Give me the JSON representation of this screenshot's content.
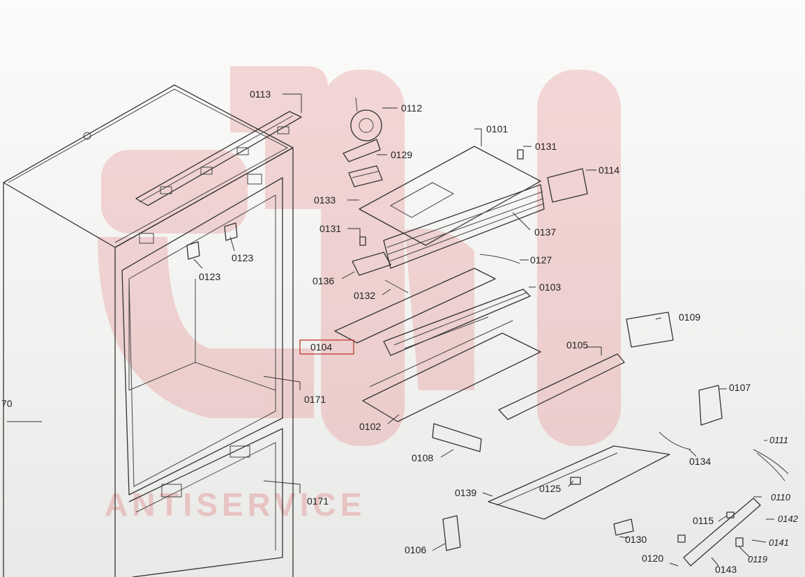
{
  "watermark": {
    "text": "ANTISERVICE",
    "color": "#e58a8a"
  },
  "highlight_color": "#c0392b",
  "labels": {
    "l0113": "0113",
    "l0112": "0112",
    "l0101": "0101",
    "l0131a": "0131",
    "l0129": "0129",
    "l0114": "0114",
    "l0133": "0133",
    "l0131b": "0131",
    "l0137": "0137",
    "l0123a": "0123",
    "l0123b": "0123",
    "l0127": "0127",
    "l0136": "0136",
    "l0132": "0132",
    "l0103": "0103",
    "l0104": "0104",
    "l0109": "0109",
    "l0105": "0105",
    "l0171a": "0171",
    "l0170": "70",
    "l0107": "0107",
    "l0102": "0102",
    "l0111": "0111",
    "l0134": "0134",
    "l0108": "0108",
    "l0125": "0125",
    "l0139": "0139",
    "l0171b": "0171",
    "l0110": "0110",
    "l0115": "0115",
    "l0142": "0142",
    "l0130": "0130",
    "l0141": "0141",
    "l0106": "0106",
    "l0119": "0119",
    "l0120": "0120",
    "l0143": "0143"
  }
}
